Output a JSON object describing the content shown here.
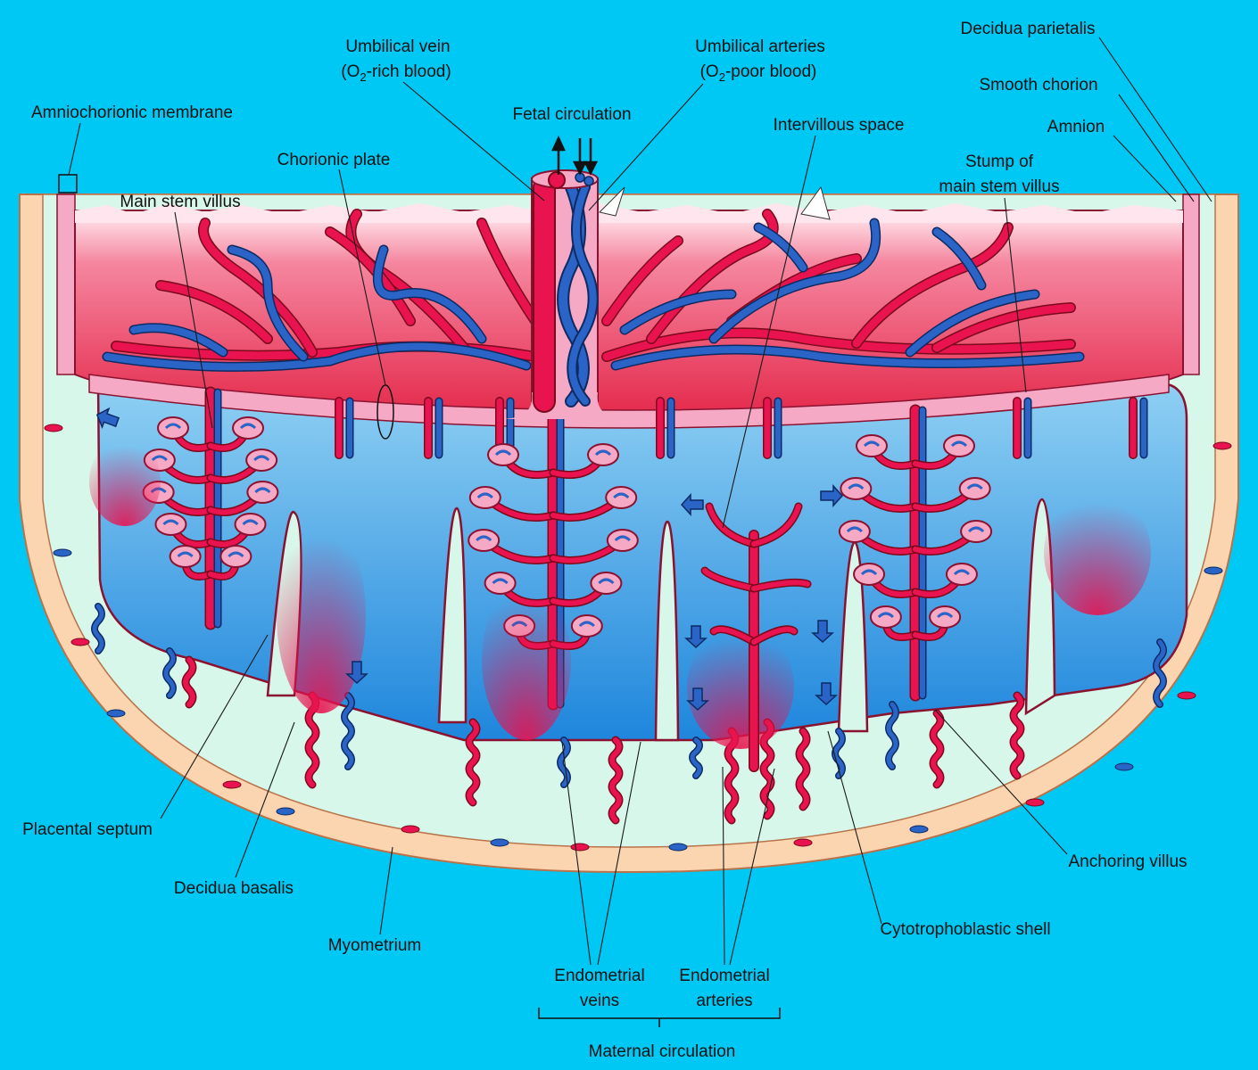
{
  "colors": {
    "background": "#00c8f5",
    "myometrium": "#fbd4b0",
    "decidua": "#d6f7ea",
    "intervillous_space": "#3aa5e6",
    "chorion_pink": "#f6a9c4",
    "artery_red": "#e8134f",
    "vein_blue": "#2a64c6"
  },
  "labels": {
    "umbilical_vein": "Umbilical vein",
    "umbilical_vein_sub_pre": "(O",
    "umbilical_vein_sub_num": "2",
    "umbilical_vein_sub_post": "-rich blood)",
    "umbilical_arteries": "Umbilical arteries",
    "umbilical_arteries_sub_pre": "(O",
    "umbilical_arteries_sub_num": "2",
    "umbilical_arteries_sub_post": "-poor blood)",
    "fetal_circulation": "Fetal circulation",
    "decidua_parietalis": "Decidua parietalis",
    "smooth_chorion": "Smooth chorion",
    "amnion": "Amnion",
    "amniochorionic_membrane": "Amniochorionic membrane",
    "chorionic_plate": "Chorionic plate",
    "main_stem_villus": "Main stem villus",
    "intervillous_space": "Intervillous space",
    "stump_line1": "Stump of",
    "stump_line2": "main stem villus",
    "placental_septum": "Placental septum",
    "decidua_basalis": "Decidua basalis",
    "myometrium": "Myometrium",
    "endometrial_veins_line1": "Endometrial",
    "endometrial_veins_line2": "veins",
    "endometrial_arteries_line1": "Endometrial",
    "endometrial_arteries_line2": "arteries",
    "maternal_circulation": "Maternal circulation",
    "cytotrophoblastic_shell": "Cytotrophoblastic shell",
    "anchoring_villus": "Anchoring villus"
  }
}
